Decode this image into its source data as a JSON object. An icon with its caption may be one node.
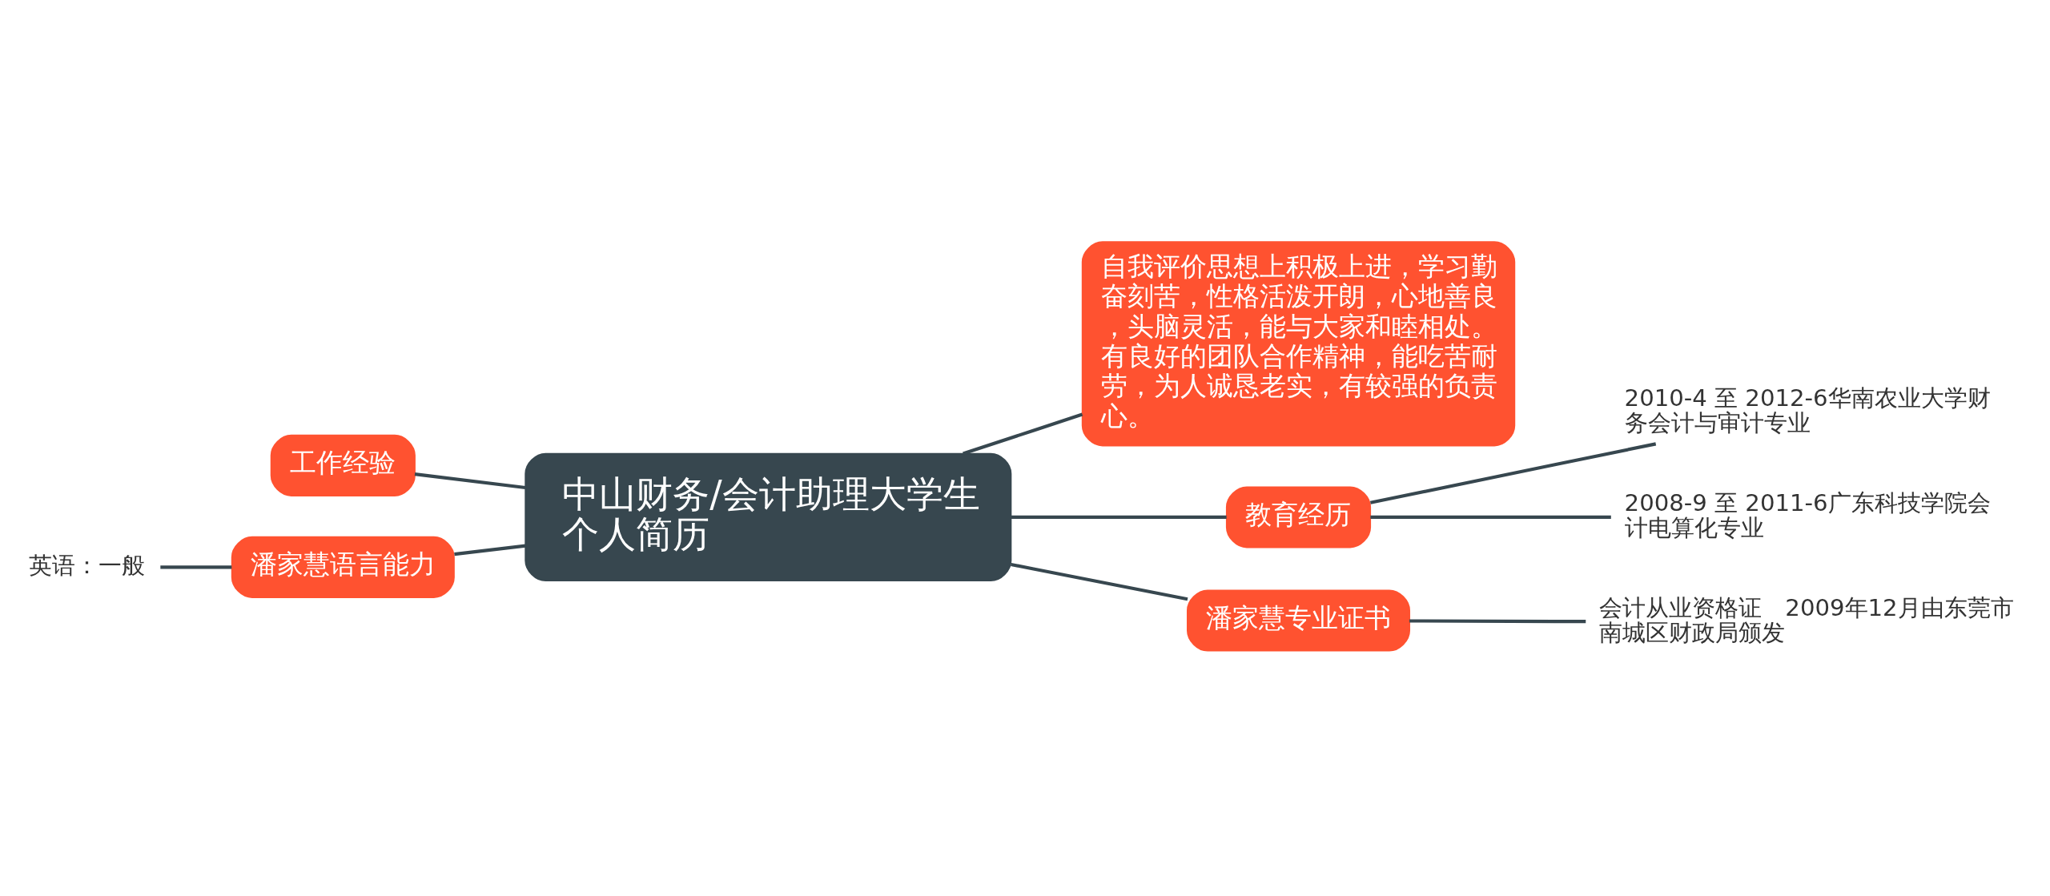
{
  "diagram": {
    "nodes": [
      {
        "text": [
          "中山财务/会计助理大学生个人简历"
        ]
      },
      {
        "text": [
          "工作经验"
        ]
      },
      {
        "text": [
          "潘家慧语言能力"
        ]
      },
      {
        "text": [
          "英语：一般"
        ]
      },
      {
        "text": [
          "自我评价思想上积极上进，学习勤奋刻苦，性格活泼开朗，心地善良，头脑灵活，能与大家和睦相处。有良好的团队合作精神，能吃苦耐劳，为人诚恳老实，有较强的负责心。"
        ]
      },
      {
        "text": [
          "教育经历"
        ]
      },
      {
        "text": [
          "2010-4 至 2012-6华南农业大学财务会计与审计专业"
        ]
      },
      {
        "text": [
          "2008-9 至 2011-6广东科技学院会计电算化专业"
        ]
      },
      {
        "text": [
          "潘家慧专业证书"
        ]
      },
      {
        "text": [
          "会计从业资格证　2009年12月由东莞市南城区财政局颁发"
        ]
      }
    ],
    "edges": [
      {
        "from": 0,
        "to": 1,
        "arrow": "none"
      },
      {
        "from": 0,
        "to": 2,
        "arrow": "none"
      },
      {
        "from": 2,
        "to": 3,
        "arrow": "none"
      },
      {
        "from": 0,
        "to": 4,
        "arrow": "none"
      },
      {
        "from": 0,
        "to": 5,
        "arrow": "none"
      },
      {
        "from": 5,
        "to": 6,
        "arrow": "none"
      },
      {
        "from": 5,
        "to": 7,
        "arrow": "none"
      },
      {
        "from": 0,
        "to": 8,
        "arrow": "none"
      },
      {
        "from": 8,
        "to": 9,
        "arrow": "none"
      }
    ]
  }
}
